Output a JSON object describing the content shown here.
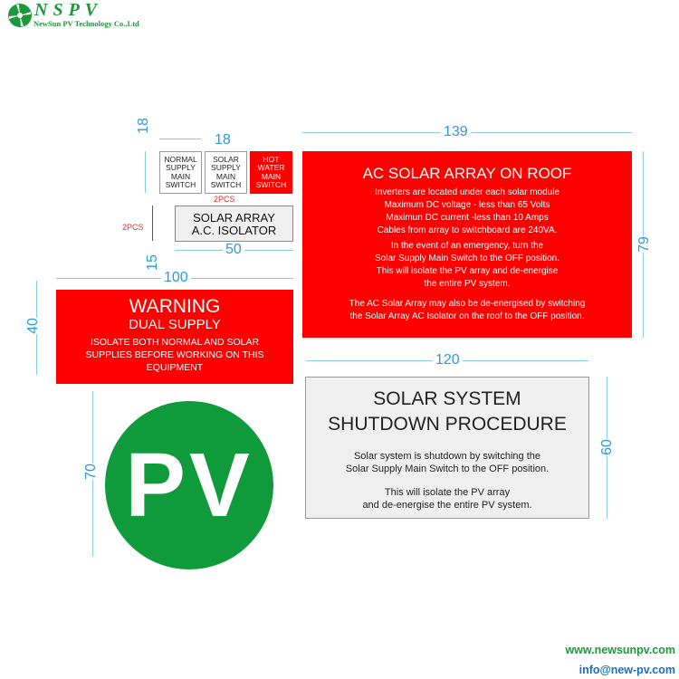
{
  "logo": {
    "brand": "NSPV",
    "company": "NewSun PV Technology Co.,Ltd"
  },
  "switch_labels": [
    {
      "text": "NORMAL\nSUPPLY\nMAIN\nSWITCH"
    },
    {
      "text": "SOLAR\nSUPPLY\nMAIN\nSWITCH"
    },
    {
      "text": "HOT\nWATER\nMAIN\nSWITCH"
    }
  ],
  "switch_qty": "2PCS",
  "switch_dims": {
    "height": "18",
    "width": "18"
  },
  "isolator": {
    "line1": "SOLAR ARRAY",
    "line2": "A.C. ISOLATOR",
    "qty": "2PCS",
    "width": "50",
    "height": "15"
  },
  "warning": {
    "title": "WARNING",
    "subtitle": "DUAL SUPPLY",
    "body": "ISOLATE BOTH NORMAL AND SOLAR SUPPLIES BEFORE WORKING ON THIS EQUIPMENT",
    "width": "100",
    "height": "40"
  },
  "ac_sign": {
    "title": "AC SOLAR ARRAY ON ROOF",
    "para1": [
      "Inverters are located under each solar module",
      "Maximum DC voltage - less than 65 Volts",
      "Maximun DC current -less than 10 Amps",
      "Cables from array to switchboard are 240VA."
    ],
    "para2": [
      "In the event of an emergency, turn the",
      "Solar Supply Main Switch to the OFF position.",
      "This will isolate the PV array and de-energise",
      "the entire PV system."
    ],
    "para3": [
      "The AC Solar Array may also be de-energised by switching",
      "the Solar Array AC Isolator on the roof to the OFF position."
    ],
    "width": "139",
    "height": "79"
  },
  "shutdown": {
    "title1": "SOLAR SYSTEM",
    "title2": "SHUTDOWN  PROCEDURE",
    "para1": [
      "Solar system is shutdown by switching the",
      "Solar Supply Main Switch to the OFF position."
    ],
    "para2": [
      "This will isolate the PV array",
      "and de-energise the entire PV system."
    ],
    "width": "120",
    "height": "60"
  },
  "pv": {
    "text": "PV",
    "diameter": "70"
  },
  "contact": {
    "website": "www.newsunpv.com",
    "email": "info@new-pv.com"
  },
  "colors": {
    "red": "#ff0000",
    "green": "#0f9a3c",
    "dim": "#2a9ad8"
  }
}
